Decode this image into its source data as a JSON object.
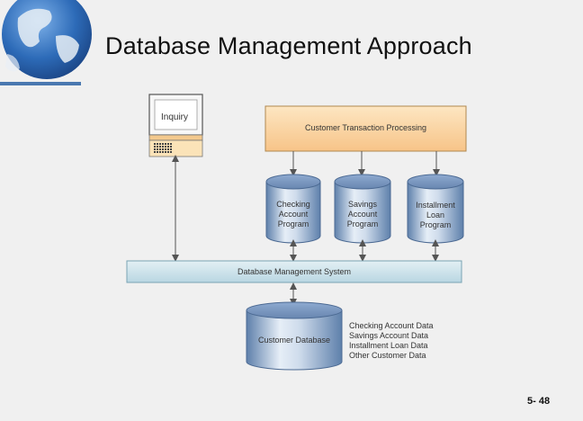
{
  "slide": {
    "title": "Database Management Approach",
    "page_number": "5- 48"
  },
  "diagram": {
    "terminal_label": "Inquiry",
    "transaction_box": "Customer Transaction Processing",
    "programs": [
      {
        "lines": [
          "Checking",
          "Account",
          "Program"
        ]
      },
      {
        "lines": [
          "Savings",
          "Account",
          "Program"
        ]
      },
      {
        "lines": [
          "Installment",
          "Loan",
          "Program"
        ]
      }
    ],
    "dbms_bar": "Database Management System",
    "database_label": "Customer Database",
    "data_items": [
      "Checking Account Data",
      "Savings Account Data",
      "Installment Loan Data",
      "Other Customer Data"
    ]
  },
  "colors": {
    "background": "#f0f0f0",
    "transaction_top": "#fde6c2",
    "transaction_bottom": "#f7c488",
    "cylinder_blue": "#6f8fb6",
    "dbms_bar": "#c9e1ea"
  }
}
